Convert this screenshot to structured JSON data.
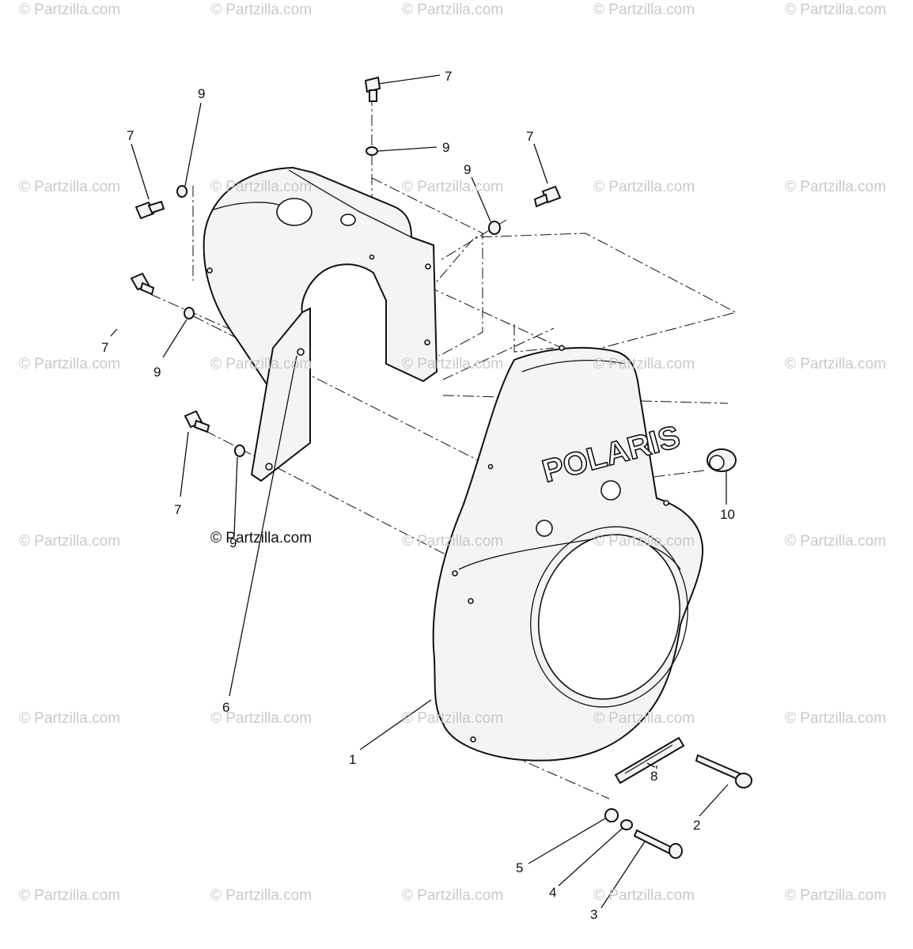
{
  "watermark": "© Partzilla.com",
  "watermark_dark": "© Partzilla.com",
  "brand": "POLARIS",
  "callouts": [
    {
      "id": "c7-top",
      "text": "7"
    },
    {
      "id": "c9-topwasher",
      "text": "9"
    },
    {
      "id": "c9-topleft",
      "text": "9"
    },
    {
      "id": "c7-topleft",
      "text": "7"
    },
    {
      "id": "c7-right",
      "text": "7"
    },
    {
      "id": "c9-right",
      "text": "9"
    },
    {
      "id": "c7-left",
      "text": "7"
    },
    {
      "id": "c9-left",
      "text": "9"
    },
    {
      "id": "c7-lower",
      "text": "7"
    },
    {
      "id": "c9-lower",
      "text": "9"
    },
    {
      "id": "c10",
      "text": "10"
    },
    {
      "id": "c6",
      "text": "6"
    },
    {
      "id": "c1",
      "text": "1"
    },
    {
      "id": "c8",
      "text": "8"
    },
    {
      "id": "c2",
      "text": "2"
    },
    {
      "id": "c5",
      "text": "5"
    },
    {
      "id": "c4",
      "text": "4"
    },
    {
      "id": "c3",
      "text": "3"
    }
  ]
}
